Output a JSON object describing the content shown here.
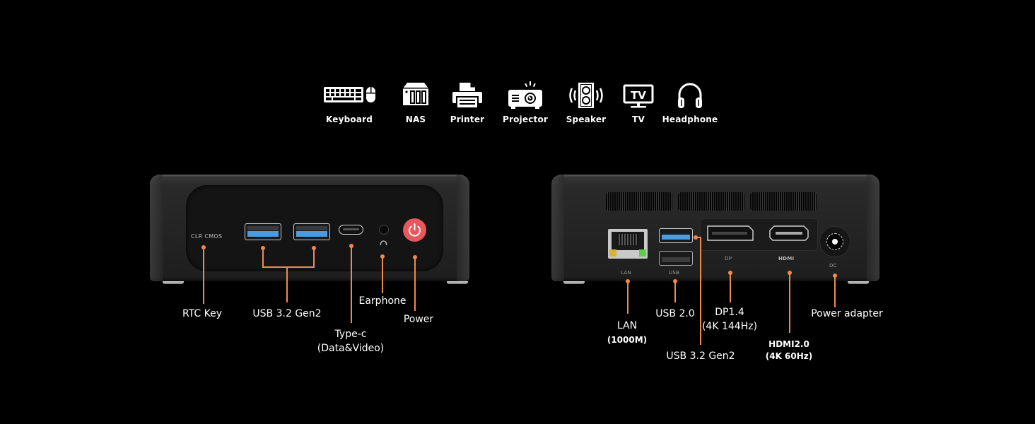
{
  "devices_row": {
    "items": [
      {
        "label": "Keyboard",
        "icon": "keyboard-mouse-icon"
      },
      {
        "label": "NAS",
        "icon": "nas-icon"
      },
      {
        "label": "Printer",
        "icon": "printer-icon"
      },
      {
        "label": "Projector",
        "icon": "projector-icon"
      },
      {
        "label": "Speaker",
        "icon": "speaker-icon"
      },
      {
        "label": "TV",
        "icon": "tv-icon"
      },
      {
        "label": "Headphone",
        "icon": "headphone-icon"
      }
    ],
    "tv_glyph": "TV"
  },
  "front_panel": {
    "printed_text": "CLR  CMOS",
    "callouts": [
      {
        "label": "RTC Key"
      },
      {
        "label": "USB 3.2 Gen2"
      },
      {
        "label": "Type-c",
        "sub": "(Data&Video)"
      },
      {
        "label": "Earphone"
      },
      {
        "label": "Power"
      }
    ]
  },
  "rear_panel": {
    "printed": {
      "lan": "LAN",
      "usb": "USB",
      "dp": "DP",
      "hdmi": "HDMI",
      "dc": "DC"
    },
    "callouts": [
      {
        "label": "LAN",
        "sub": "(1000M)"
      },
      {
        "label": "USB 2.0"
      },
      {
        "label": "USB 3.2 Gen2"
      },
      {
        "label": "DP1.4",
        "sub": "(4K 144Hz)"
      },
      {
        "label": "HDMI2.0",
        "sub": "(4K 60Hz)"
      },
      {
        "label": "Power adapter"
      }
    ]
  },
  "colors": {
    "background": "#000000",
    "callout_line": "#f08a4b",
    "power_button": "#e8575a",
    "usb3_blue": "#4a9be0"
  }
}
